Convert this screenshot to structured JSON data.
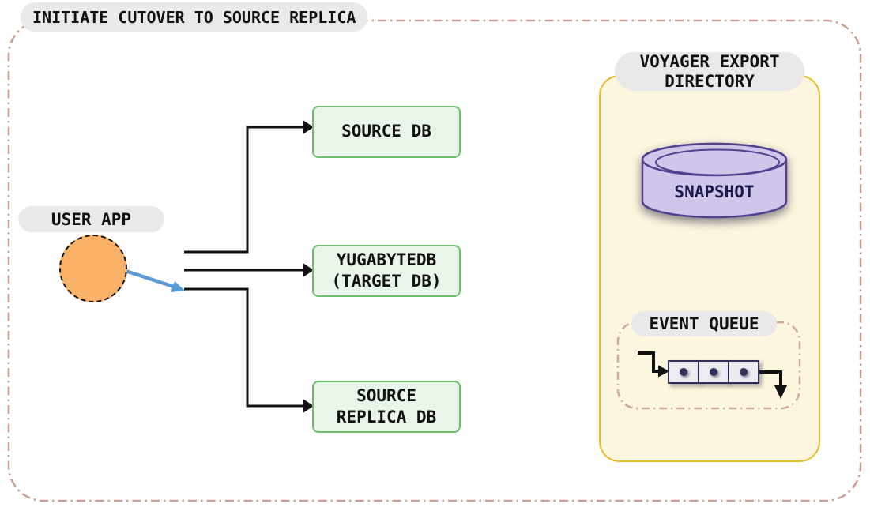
{
  "title": "INITIATE CUTOVER TO SOURCE REPLICA",
  "user_app": {
    "label": "USER APP"
  },
  "databases": [
    {
      "id": "source-db",
      "lines": [
        "SOURCE DB"
      ]
    },
    {
      "id": "yugabytedb-target",
      "lines": [
        "YUGABYTEDB",
        "(TARGET DB)"
      ]
    },
    {
      "id": "source-replica-db",
      "lines": [
        "SOURCE",
        "REPLICA DB"
      ]
    }
  ],
  "voyager": {
    "title_line1": "VOYAGER EXPORT",
    "title_line2": "DIRECTORY",
    "snapshot_label": "SNAPSHOT",
    "event_queue": {
      "label": "EVENT QUEUE",
      "item_count": 3
    }
  },
  "icons": [
    "snapshot-cylinder-icon",
    "queue-in-arrow-icon",
    "queue-out-arrow-icon",
    "user-app-circle-icon"
  ],
  "colors": {
    "bg": "#ffffff",
    "text": "#111111",
    "line_black": "#111111",
    "pill_bg": "#e9e9e9",
    "outer_border": "#c9a091",
    "green_box_bg": "#eaf5e9",
    "green_box_border": "#6abf6e",
    "circle_orange": "#f9b168",
    "blue_arrow": "#5b9bd5",
    "panel_bg": "#fdf6de",
    "panel_border": "#f0b929",
    "cylinder_fill": "#cfc6e9",
    "cylinder_stroke": "#53418f",
    "snapshot_text": "#1b1b4d",
    "queue_dash_border": "#cfa8a4",
    "queue_cell_bg": "#ededf1",
    "queue_cell_border": "#2f2f55",
    "queue_dot": "#32325d"
  }
}
